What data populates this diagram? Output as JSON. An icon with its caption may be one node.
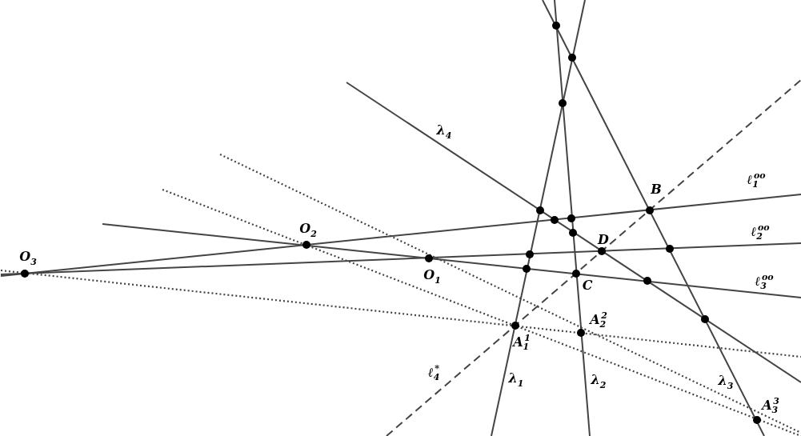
{
  "diagram": {
    "labels": [
      "λ$_{4}$",
      "ℓ$_{1}$$^{oo}$",
      "B",
      "ℓ$_{2}$$^{oo}$",
      "O$_{2}$",
      "D",
      "O$_{3}$",
      "O$_{1}$",
      "C",
      "ℓ$_{3}$$^{oo}$",
      "A$_{2}$$^{2}$",
      "A$_{1}$$^{1}$",
      "ℓ$_{4}$$^{*}$",
      "λ$_{1}$",
      "λ$_{2}$",
      "λ$_{3}$",
      "A$_{3}$$^{3}$"
    ]
  }
}
